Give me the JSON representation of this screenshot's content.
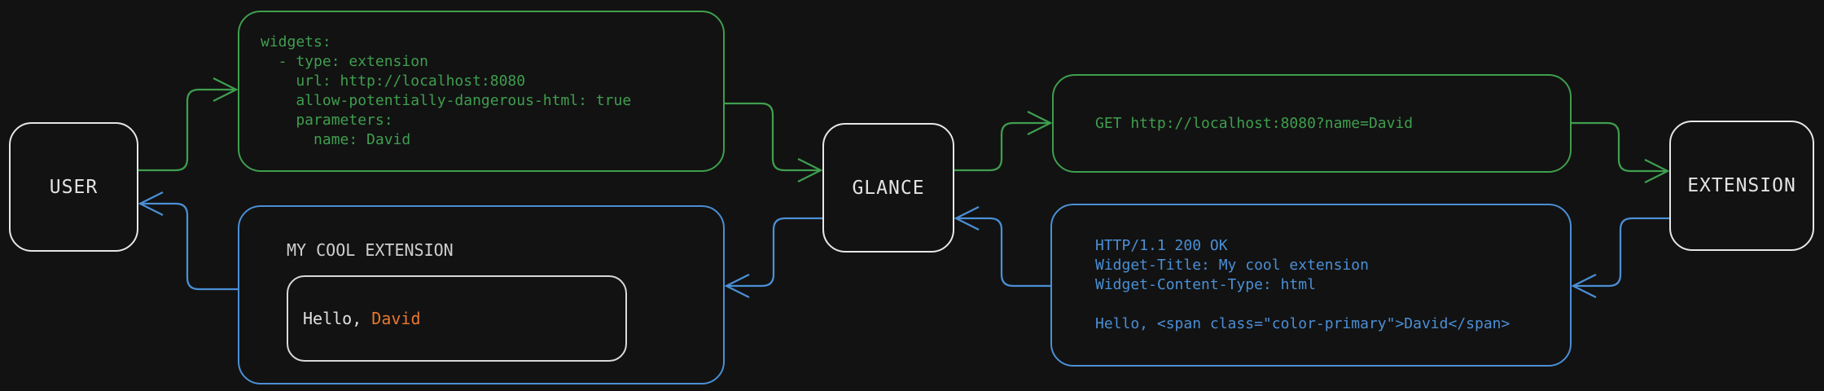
{
  "diagram": {
    "background": "#121212",
    "colors": {
      "request_green": "#3f9e4e",
      "response_blue": "#4b8fd5",
      "primary_orange": "#e8772f",
      "node_border": "#e6e6e6",
      "muted_gray": "#cfcfcf"
    },
    "nodes": {
      "user": {
        "label": "USER"
      },
      "glance": {
        "label": "GLANCE"
      },
      "extension": {
        "label": "EXTENSION"
      }
    },
    "config_box": {
      "lines": [
        "widgets:",
        "  - type: extension",
        "    url: http://localhost:8080",
        "    allow-potentially-dangerous-html: true",
        "    parameters:",
        "      name: David"
      ]
    },
    "request_box": {
      "line": "GET http://localhost:8080?name=David"
    },
    "response_box": {
      "lines": [
        "HTTP/1.1 200 OK",
        "Widget-Title: My cool extension",
        "Widget-Content-Type: html",
        "",
        "Hello, <span class=\"color-primary\">David</span>"
      ]
    },
    "widget_preview": {
      "title": "MY COOL EXTENSION",
      "greeting_prefix": "Hello, ",
      "greeting_name": "David"
    }
  }
}
